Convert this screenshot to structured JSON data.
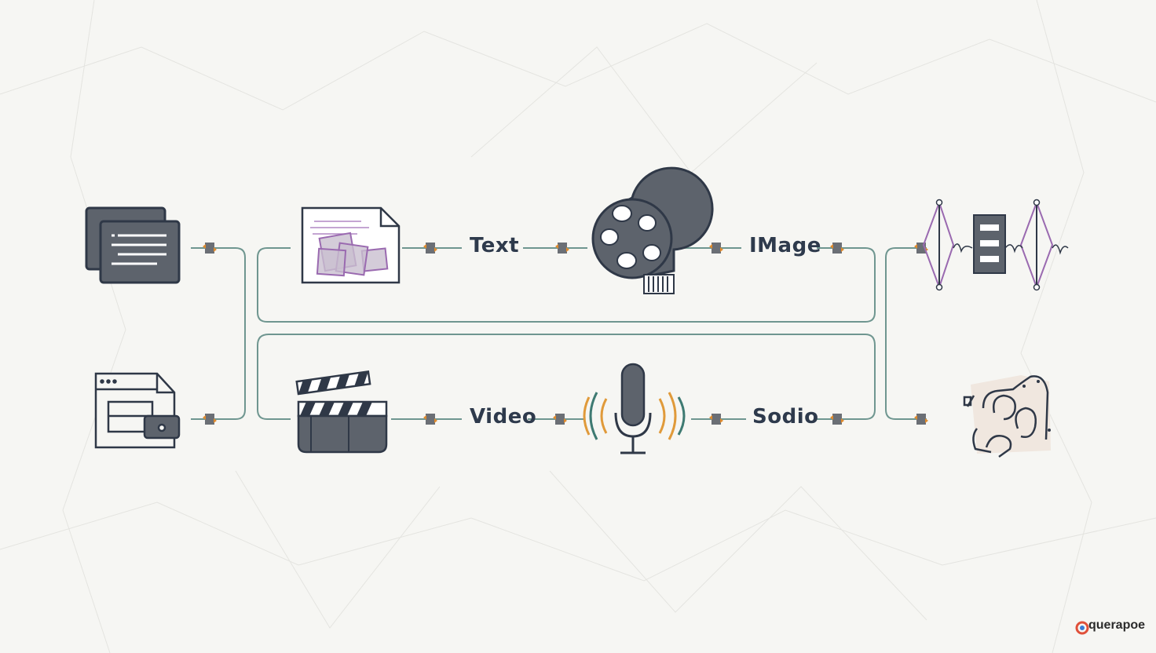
{
  "labels": {
    "text": "Text",
    "image": "IMage",
    "video": "Video",
    "audio": "Sodio"
  },
  "watermark": {
    "text": "querapoe"
  },
  "colors": {
    "background": "#f6f6f3",
    "line": "#6f9690",
    "icon_fill": "#5d636c",
    "icon_stroke": "#2f3847",
    "connector": "#6b6f75",
    "connector_accent": "#e08a2c",
    "purple_accent": "#9a6ab0",
    "orange_accent": "#e09a3a",
    "teal_accent": "#3e7a72"
  },
  "icons": {
    "top_left": "document-stack-icon",
    "bottom_left": "browser-window-icon",
    "top_text_source": "image-document-icon",
    "top_middle": "film-reel-icon",
    "bottom_video_source": "clapperboard-icon",
    "bottom_middle": "microphone-icon",
    "top_right": "waveform-network-icon",
    "bottom_right": "faces-sketch-icon"
  }
}
